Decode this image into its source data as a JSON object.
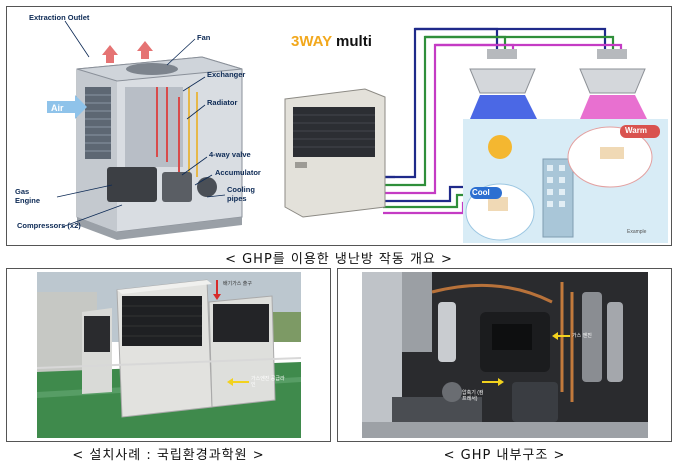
{
  "top_panel": {
    "caption": "< GHP를 이용한 냉난방 작동 개요 >",
    "unit_labels": {
      "extraction_outlet": "Extraction Outlet",
      "fan": "Fan",
      "exchanger": "Exchanger",
      "radiator": "Radiator",
      "air": "Air",
      "four_way_valve": "4-way valve",
      "accumulator": "Accumulator",
      "cooling_pipes": "Cooling pipes",
      "gas_engine": "Gas Engine",
      "compressors": "Compressors (x2)"
    },
    "system": {
      "title_accent": "3WAY",
      "title_rest": " multi",
      "cool": "Cool",
      "warm": "Warm",
      "example": "Example",
      "accent_color": "#f2a81d"
    }
  },
  "bottom_left": {
    "caption": "< 설치사례 : 국립환경과학원 >",
    "annotation_top": "배기가스 출구",
    "annotation_mid": "가스엔진 공급라인"
  },
  "bottom_right": {
    "caption": "< GHP 내부구조 >",
    "annotation_engine": "가스 엔진",
    "annotation_comp": "압축기 (컴프레서)"
  }
}
